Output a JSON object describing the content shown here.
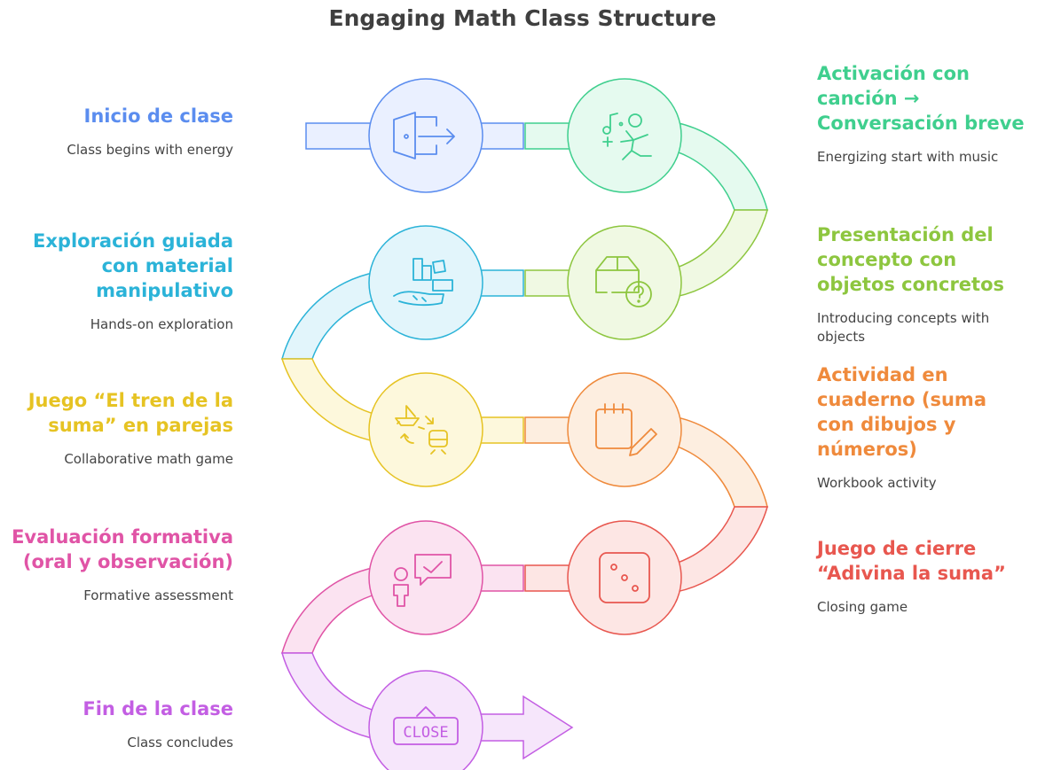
{
  "title": "Engaging Math Class Structure",
  "steps": [
    {
      "heading": "Inicio de clase",
      "description": "Class begins with energy",
      "color": "#5b8def",
      "fill": "#eaf0ff",
      "icon": "door-exit-icon"
    },
    {
      "heading": "Activación con canción → Conversación breve",
      "description": "Energizing start with music",
      "color": "#3fcf8e",
      "fill": "#e5faef",
      "icon": "music-dance-icon"
    },
    {
      "heading": "Presentación del concepto con objetos concretos",
      "description": "Introducing concepts with objects",
      "color": "#8dc63f",
      "fill": "#f0f9e3",
      "icon": "box-question-icon"
    },
    {
      "heading": "Exploración guiada con material manipulativo",
      "description": "Hands-on exploration",
      "color": "#2bb3d8",
      "fill": "#e2f5fb",
      "icon": "hand-blocks-icon"
    },
    {
      "heading": "Juego “El tren de la suma” en parejas",
      "description": "Collaborative math game",
      "color": "#e6c323",
      "fill": "#fdf8dc",
      "icon": "boat-train-icon"
    },
    {
      "heading": "Actividad en cuaderno (suma con dibujos y números)",
      "description": "Workbook activity",
      "color": "#ef8a3c",
      "fill": "#fdeee0",
      "icon": "notebook-pencil-icon"
    },
    {
      "heading": "Juego de cierre “Adivina la suma”",
      "description": "Closing game",
      "color": "#e8574f",
      "fill": "#fde6e4",
      "icon": "dice-icon"
    },
    {
      "heading": "Evaluación formativa (oral y observación)",
      "description": "Formative assessment",
      "color": "#e054a6",
      "fill": "#fbe3f1",
      "icon": "person-chat-check-icon"
    },
    {
      "heading": "Fin de la clase",
      "description": "Class concludes",
      "color": "#c35ee3",
      "fill": "#f6e6fb",
      "icon": "close-sign-icon"
    }
  ],
  "close_sign_text": "CLOSE"
}
